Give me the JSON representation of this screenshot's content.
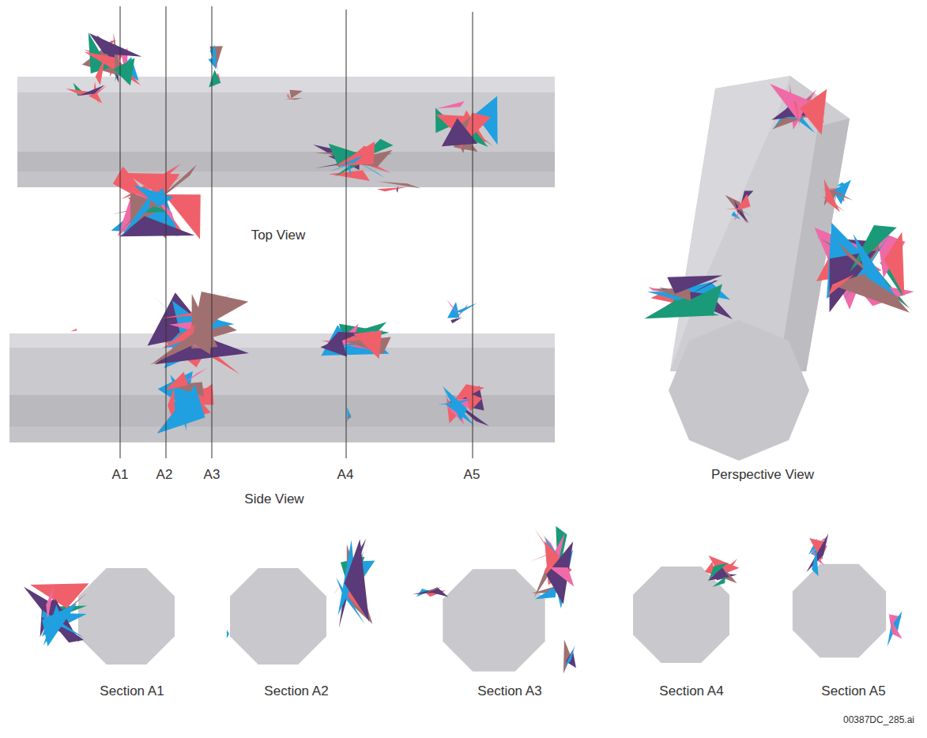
{
  "diagram": {
    "labels": [
      "Top View",
      "A1",
      "A2",
      "A3",
      "A4",
      "A5",
      "Side View",
      "Perspective View",
      "Section A1",
      "Section A2",
      "Section A3",
      "Section A4",
      "Section A5",
      "00387DC_285.ai"
    ]
  }
}
